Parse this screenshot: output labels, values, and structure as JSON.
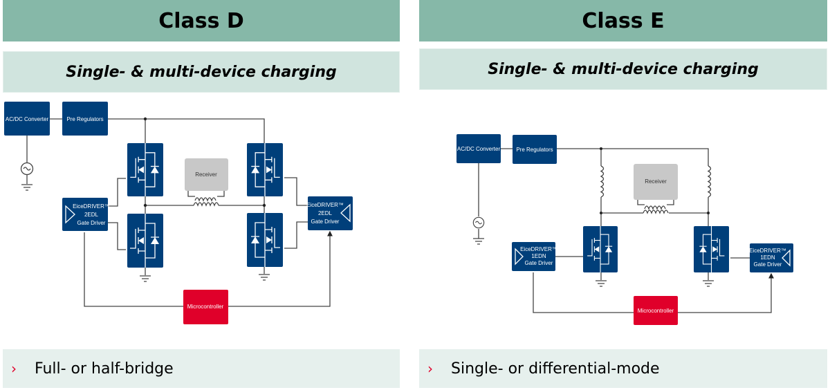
{
  "left": {
    "title": "Class D",
    "subtitle": "Single- & multi-device charging",
    "bullet": "Full- or half-bridge",
    "diagram": {
      "acdc": "AC/DC Converter",
      "prereg": "Pre Regulators",
      "receiver": "Receiver",
      "driver_line1": "EiceDRIVER™",
      "driver_line2": "2EDL",
      "driver_line3": "Gate Driver",
      "mcu": "Microcontroller"
    }
  },
  "right": {
    "title": "Class E",
    "subtitle": "Single- & multi-device charging",
    "bullet": "Single- or differential-mode",
    "diagram": {
      "acdc": "AC/DC Converter",
      "prereg": "Pre Regulators",
      "receiver": "Receiver",
      "driver_line1": "EiceDRIVER™",
      "driver_line2": "1EDN",
      "driver_line3": "Gate Driver",
      "mcu": "Microcontroller"
    }
  },
  "bullet_icon": "chevron-right-icon",
  "colors": {
    "header": "#86b8a8",
    "subheader": "#d0e4de",
    "bullet_box": "#e6f0ed",
    "block": "#003f7a",
    "mcu": "#e0002a",
    "receiver": "#c8c8c8",
    "chevron": "#e0002a"
  }
}
